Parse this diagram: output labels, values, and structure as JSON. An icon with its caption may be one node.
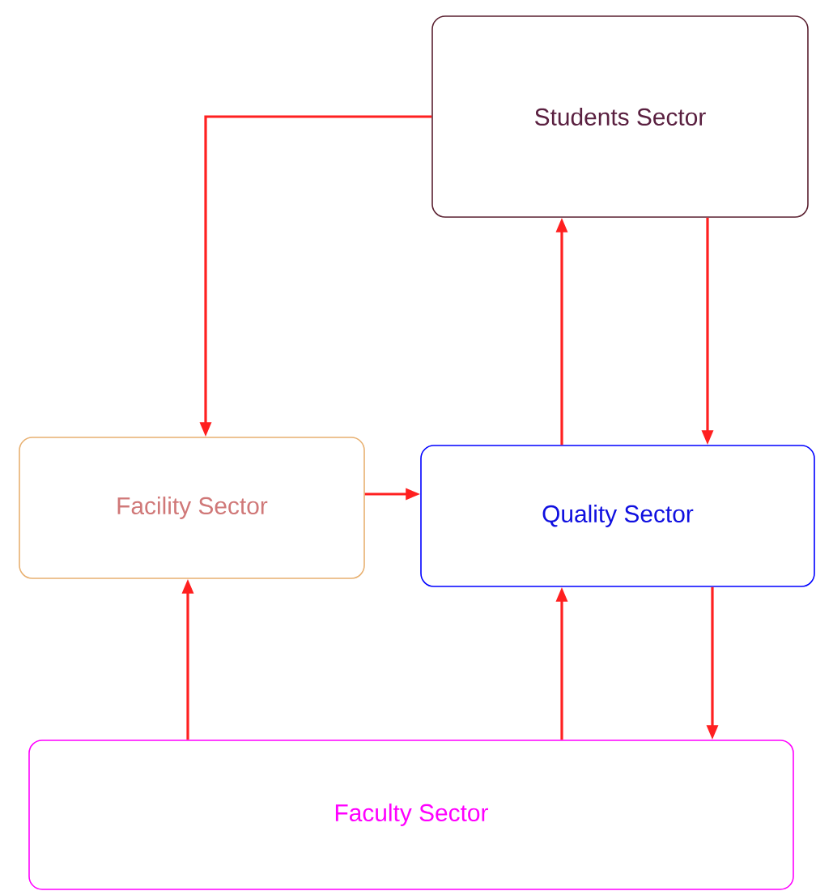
{
  "diagram": {
    "nodes": [
      {
        "text": [
          "Students Sector"
        ]
      },
      {
        "text": [
          "Facility Sector"
        ]
      },
      {
        "text": [
          "Quality Sector"
        ]
      },
      {
        "text": [
          "Faculty Sector"
        ]
      }
    ],
    "edges": [
      {
        "from": 0,
        "to": 1,
        "arrow": "to"
      },
      {
        "from": 1,
        "to": 2,
        "arrow": "to"
      },
      {
        "from": 2,
        "to": 0,
        "arrow": "to"
      },
      {
        "from": 0,
        "to": 2,
        "arrow": "to"
      },
      {
        "from": 3,
        "to": 1,
        "arrow": "to"
      },
      {
        "from": 3,
        "to": 2,
        "arrow": "to"
      },
      {
        "from": 2,
        "to": 3,
        "arrow": "to"
      }
    ]
  }
}
